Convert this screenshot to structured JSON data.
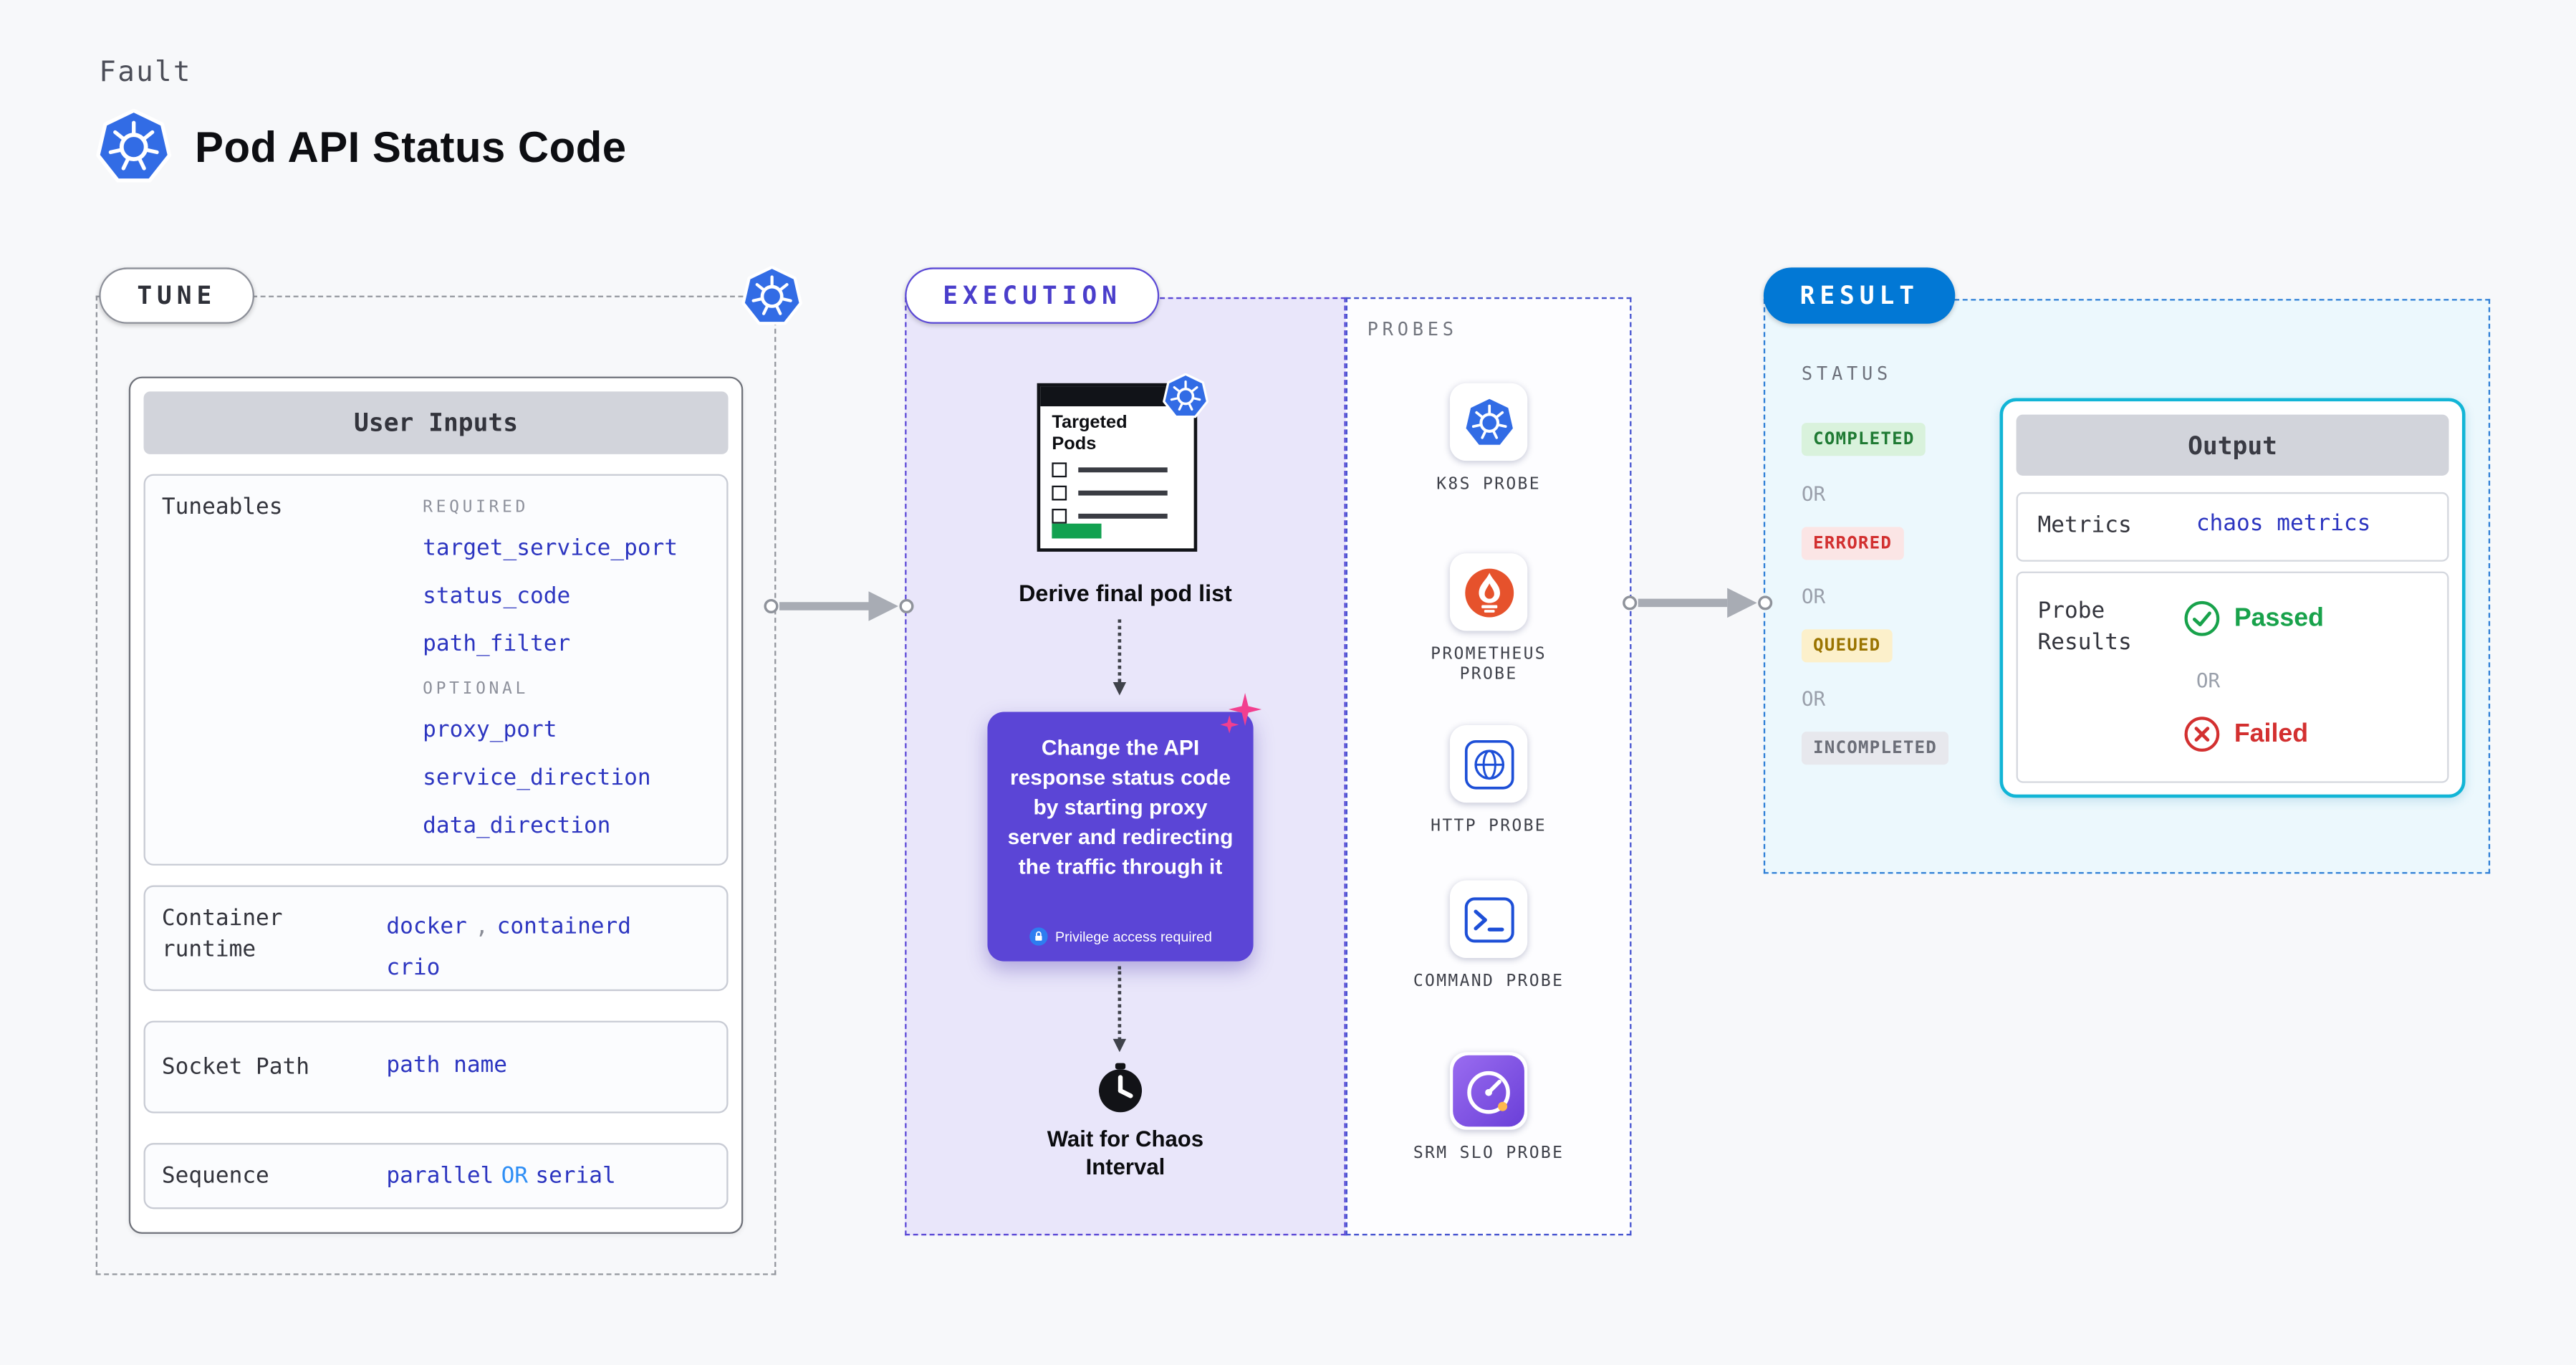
{
  "header": {
    "kicker": "Fault",
    "title": "Pod API Status Code"
  },
  "tune": {
    "label": "TUNE",
    "card": {
      "title": "User Inputs",
      "tuneables": {
        "label": "Tuneables",
        "required_label": "REQUIRED",
        "required": [
          "target_service_port",
          "status_code",
          "path_filter"
        ],
        "optional_label": "OPTIONAL",
        "optional": [
          "proxy_port",
          "service_direction",
          "data_direction"
        ]
      },
      "container_runtime": {
        "label": "Container runtime",
        "values": [
          "docker",
          "containerd",
          "crio"
        ],
        "separator": ","
      },
      "socket_path": {
        "label": "Socket Path",
        "value": "path name"
      },
      "sequence": {
        "label": "Sequence",
        "first": "parallel",
        "or": "OR",
        "second": "serial"
      }
    }
  },
  "execution": {
    "label": "EXECUTION",
    "targeted_pods": {
      "title": "Targeted Pods"
    },
    "derive_label": "Derive final pod list",
    "action": {
      "text": "Change the API response status code by starting proxy server and redirecting the traffic through it",
      "privilege_label": "Privilege access required"
    },
    "wait_label": "Wait for Chaos Interval"
  },
  "probes": {
    "label": "PROBES",
    "items": [
      {
        "name": "K8S PROBE",
        "icon": "kubernetes-icon"
      },
      {
        "name": "PROMETHEUS PROBE",
        "icon": "prometheus-icon"
      },
      {
        "name": "HTTP PROBE",
        "icon": "globe-icon"
      },
      {
        "name": "COMMAND PROBE",
        "icon": "terminal-icon"
      },
      {
        "name": "SRM SLO PROBE",
        "icon": "gauge-icon"
      }
    ]
  },
  "result": {
    "label": "RESULT",
    "status_label": "STATUS",
    "or_label": "OR",
    "statuses": [
      {
        "label": "COMPLETED",
        "bg": "#d9f2dc",
        "color": "#1f7a33"
      },
      {
        "label": "ERRORED",
        "bg": "#fbe5e5",
        "color": "#d22f2f"
      },
      {
        "label": "QUEUED",
        "bg": "#fcf0cb",
        "color": "#9a7400"
      },
      {
        "label": "INCOMPLETED",
        "bg": "#e7e8ed",
        "color": "#6b6e78"
      }
    ],
    "output": {
      "title": "Output",
      "metrics_label": "Metrics",
      "metrics_value": "chaos metrics",
      "probe_results_label": "Probe Results",
      "passed_label": "Passed",
      "or_label": "OR",
      "failed_label": "Failed"
    }
  },
  "colors": {
    "k8s_blue": "#326ce5",
    "execution_purple": "#5b45d6",
    "result_blue": "#0278d5",
    "value_blue": "#2c35c0",
    "output_border": "#12b5d6",
    "passed_green": "#18a24b",
    "failed_red": "#d33030",
    "sparkle_pink": "#f23f8f"
  }
}
